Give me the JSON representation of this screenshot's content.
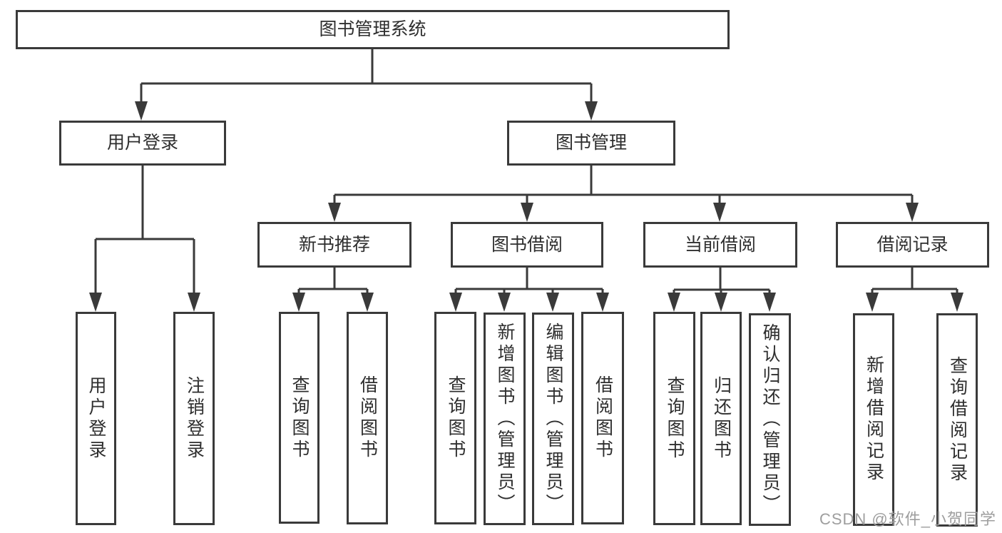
{
  "diagram": {
    "root": {
      "label": "图书管理系统",
      "children": [
        {
          "label": "用户登录",
          "children": [
            {
              "label": "用户登录"
            },
            {
              "label": "注销登录"
            }
          ]
        },
        {
          "label": "图书管理",
          "children": [
            {
              "label": "新书推荐",
              "children": [
                {
                  "label": "查询图书"
                },
                {
                  "label": "借阅图书"
                }
              ]
            },
            {
              "label": "图书借阅",
              "children": [
                {
                  "label": "查询图书"
                },
                {
                  "label": "新增图书（管理员）"
                },
                {
                  "label": "编辑图书（管理员）"
                },
                {
                  "label": "借阅图书"
                }
              ]
            },
            {
              "label": "当前借阅",
              "children": [
                {
                  "label": "查询图书"
                },
                {
                  "label": "归还图书"
                },
                {
                  "label": "确认归还（管理员）"
                }
              ]
            },
            {
              "label": "借阅记录",
              "children": [
                {
                  "label": "新增借阅记录"
                },
                {
                  "label": "查询借阅记录"
                }
              ]
            }
          ]
        }
      ]
    }
  },
  "watermark": "CSDN @软件_小贺同学",
  "colors": {
    "line": "#3a3a3a",
    "text": "#2e2e2e",
    "bg": "#ffffff",
    "watermark": "#9e9e9e"
  }
}
